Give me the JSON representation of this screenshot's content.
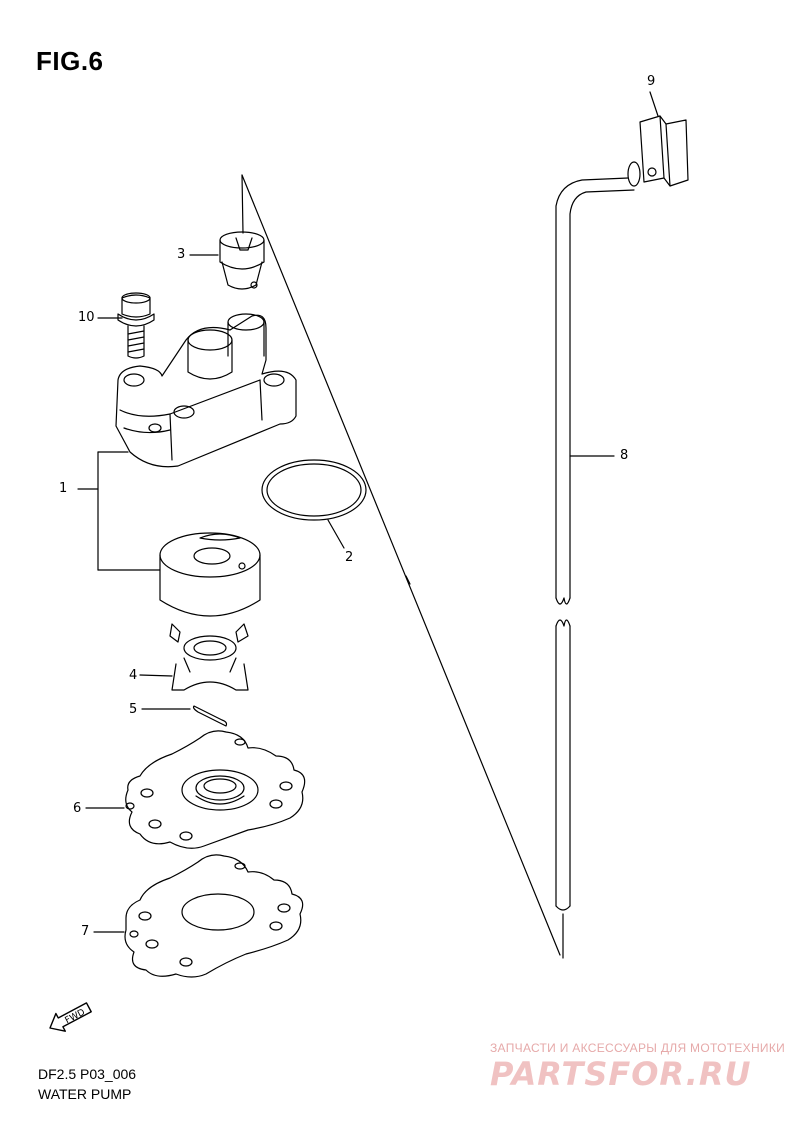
{
  "figure": {
    "title": "FIG.6"
  },
  "callouts": [
    "1",
    "2",
    "3",
    "4",
    "5",
    "6",
    "7",
    "8",
    "9",
    "10"
  ],
  "footer": {
    "model_code": "DF2.5 P03_006",
    "section_name": "WATER PUMP"
  },
  "fwd_icon": {
    "label": "FWD",
    "icon": "forward-arrow-icon"
  },
  "watermark": {
    "caption": "ЗАПЧАСТИ И АКСЕССУАРЫ ДЛЯ МОТОТЕХНИКИ",
    "logo_text": "PARTSFOR.RU"
  },
  "colors": {
    "line": "#000000",
    "watermark": "#e8a6a6"
  }
}
